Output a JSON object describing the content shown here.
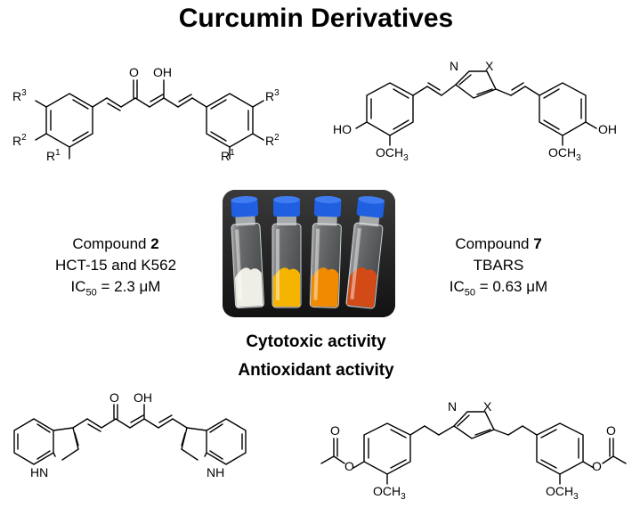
{
  "title": "Curcumin Derivatives",
  "left_compound": {
    "prefix": "Compound ",
    "number": "2",
    "cells": "HCT-15 and K562",
    "ic50_label": "IC",
    "ic50_sub": "50",
    "ic50_value": " = 2.3 μM"
  },
  "right_compound": {
    "prefix": "Compound ",
    "number": "7",
    "assay": "TBARS",
    "ic50_label": "IC",
    "ic50_sub": "50",
    "ic50_value": " = 0.63 μM"
  },
  "activities": {
    "cytotoxic": "Cytotoxic activity",
    "antioxidant": "Antioxidant activity"
  },
  "structures": {
    "top_left": {
      "O": "O",
      "OH": "OH",
      "R1": "R",
      "R1_sup": "1",
      "R2": "R",
      "R2_sup": "2",
      "R3": "R",
      "R3_sup": "3"
    },
    "top_right": {
      "N": "N",
      "X": "X",
      "HO": "HO",
      "OH": "OH",
      "OCH3": "OCH",
      "sub3": "3"
    },
    "bottom_left": {
      "O": "O",
      "OH": "OH",
      "HN": "HN",
      "NH": "NH"
    },
    "bottom_right": {
      "N": "N",
      "X": "X",
      "OCH3": "OCH",
      "sub3": "3",
      "O": "O"
    }
  },
  "vial_colors": [
    "#efeee6",
    "#f5b400",
    "#f08a00",
    "#d24a16"
  ],
  "cap_color": "#1f5fe0"
}
